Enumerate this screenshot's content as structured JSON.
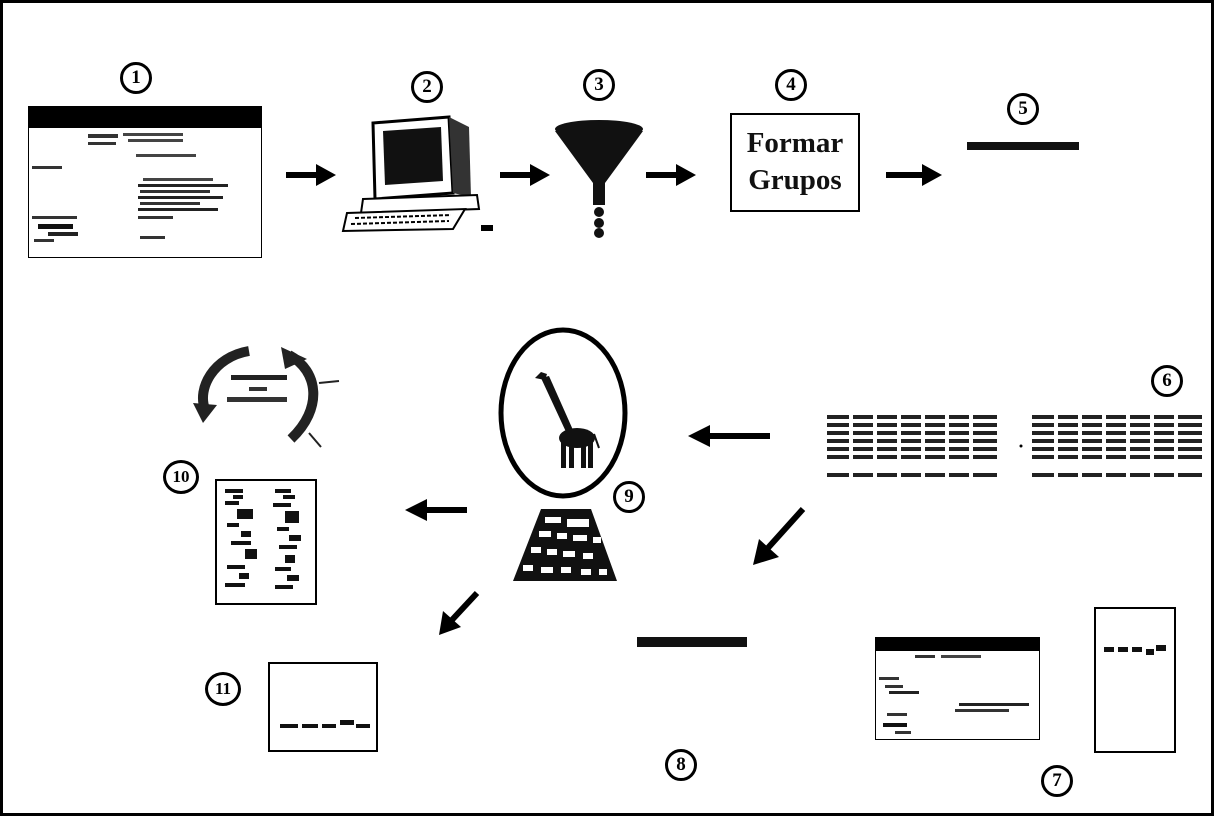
{
  "steps": {
    "s1": "1",
    "s2": "2",
    "s3": "3",
    "s4": "4",
    "s5": "5",
    "s6": "6",
    "s7": "7",
    "s8": "8",
    "s9": "9",
    "s10": "10",
    "s11": "11"
  },
  "group_box": {
    "line1": "Formar",
    "line2": "Grupos"
  },
  "icons": {
    "document": "document-screenshot-icon",
    "computer": "computer-icon",
    "funnel": "funnel-icon",
    "sequence": "sequence-alignment-icon",
    "giraffe": "giraffe-icon",
    "pyramid": "pyramid-chart-icon",
    "cycle": "cycle-arrows-icon",
    "gel": "gel-image-icon"
  },
  "colors": {
    "ink": "#000000",
    "paper": "#ffffff"
  }
}
